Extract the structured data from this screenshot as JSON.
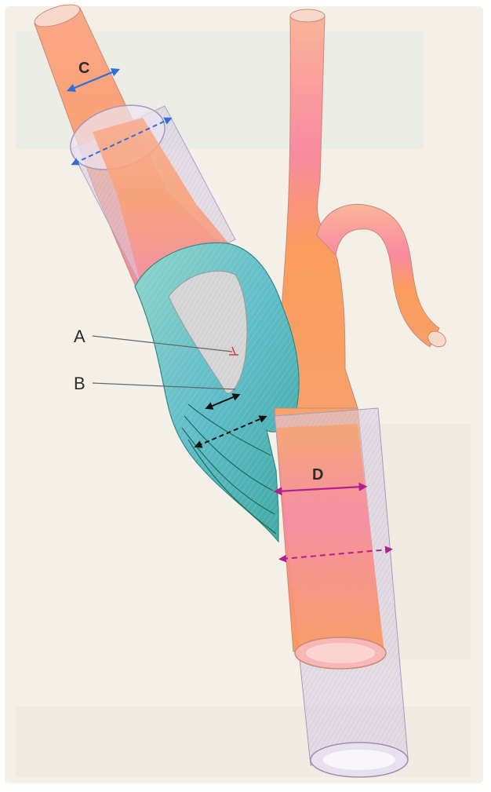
{
  "figure": {
    "labels": {
      "c": "C",
      "a": "A",
      "b": "B",
      "d": "D"
    },
    "colors": {
      "paper": "#f3efe6",
      "vessel_light": "#ffb08a",
      "vessel_pink": "#f6869e",
      "vessel_orange": "#fb9a59",
      "graft_sleeve": "#d9cfe6",
      "patch_teal": "#5fc0c6",
      "lumen_gray": "#d6d6d6",
      "arrow_blue": "#2f6fd6",
      "arrow_magenta": "#b1208f",
      "arrow_black": "#111111",
      "leader_gray": "#666666"
    },
    "icons": [
      "double-headed-arrow",
      "dashed-double-headed-arrow"
    ]
  }
}
